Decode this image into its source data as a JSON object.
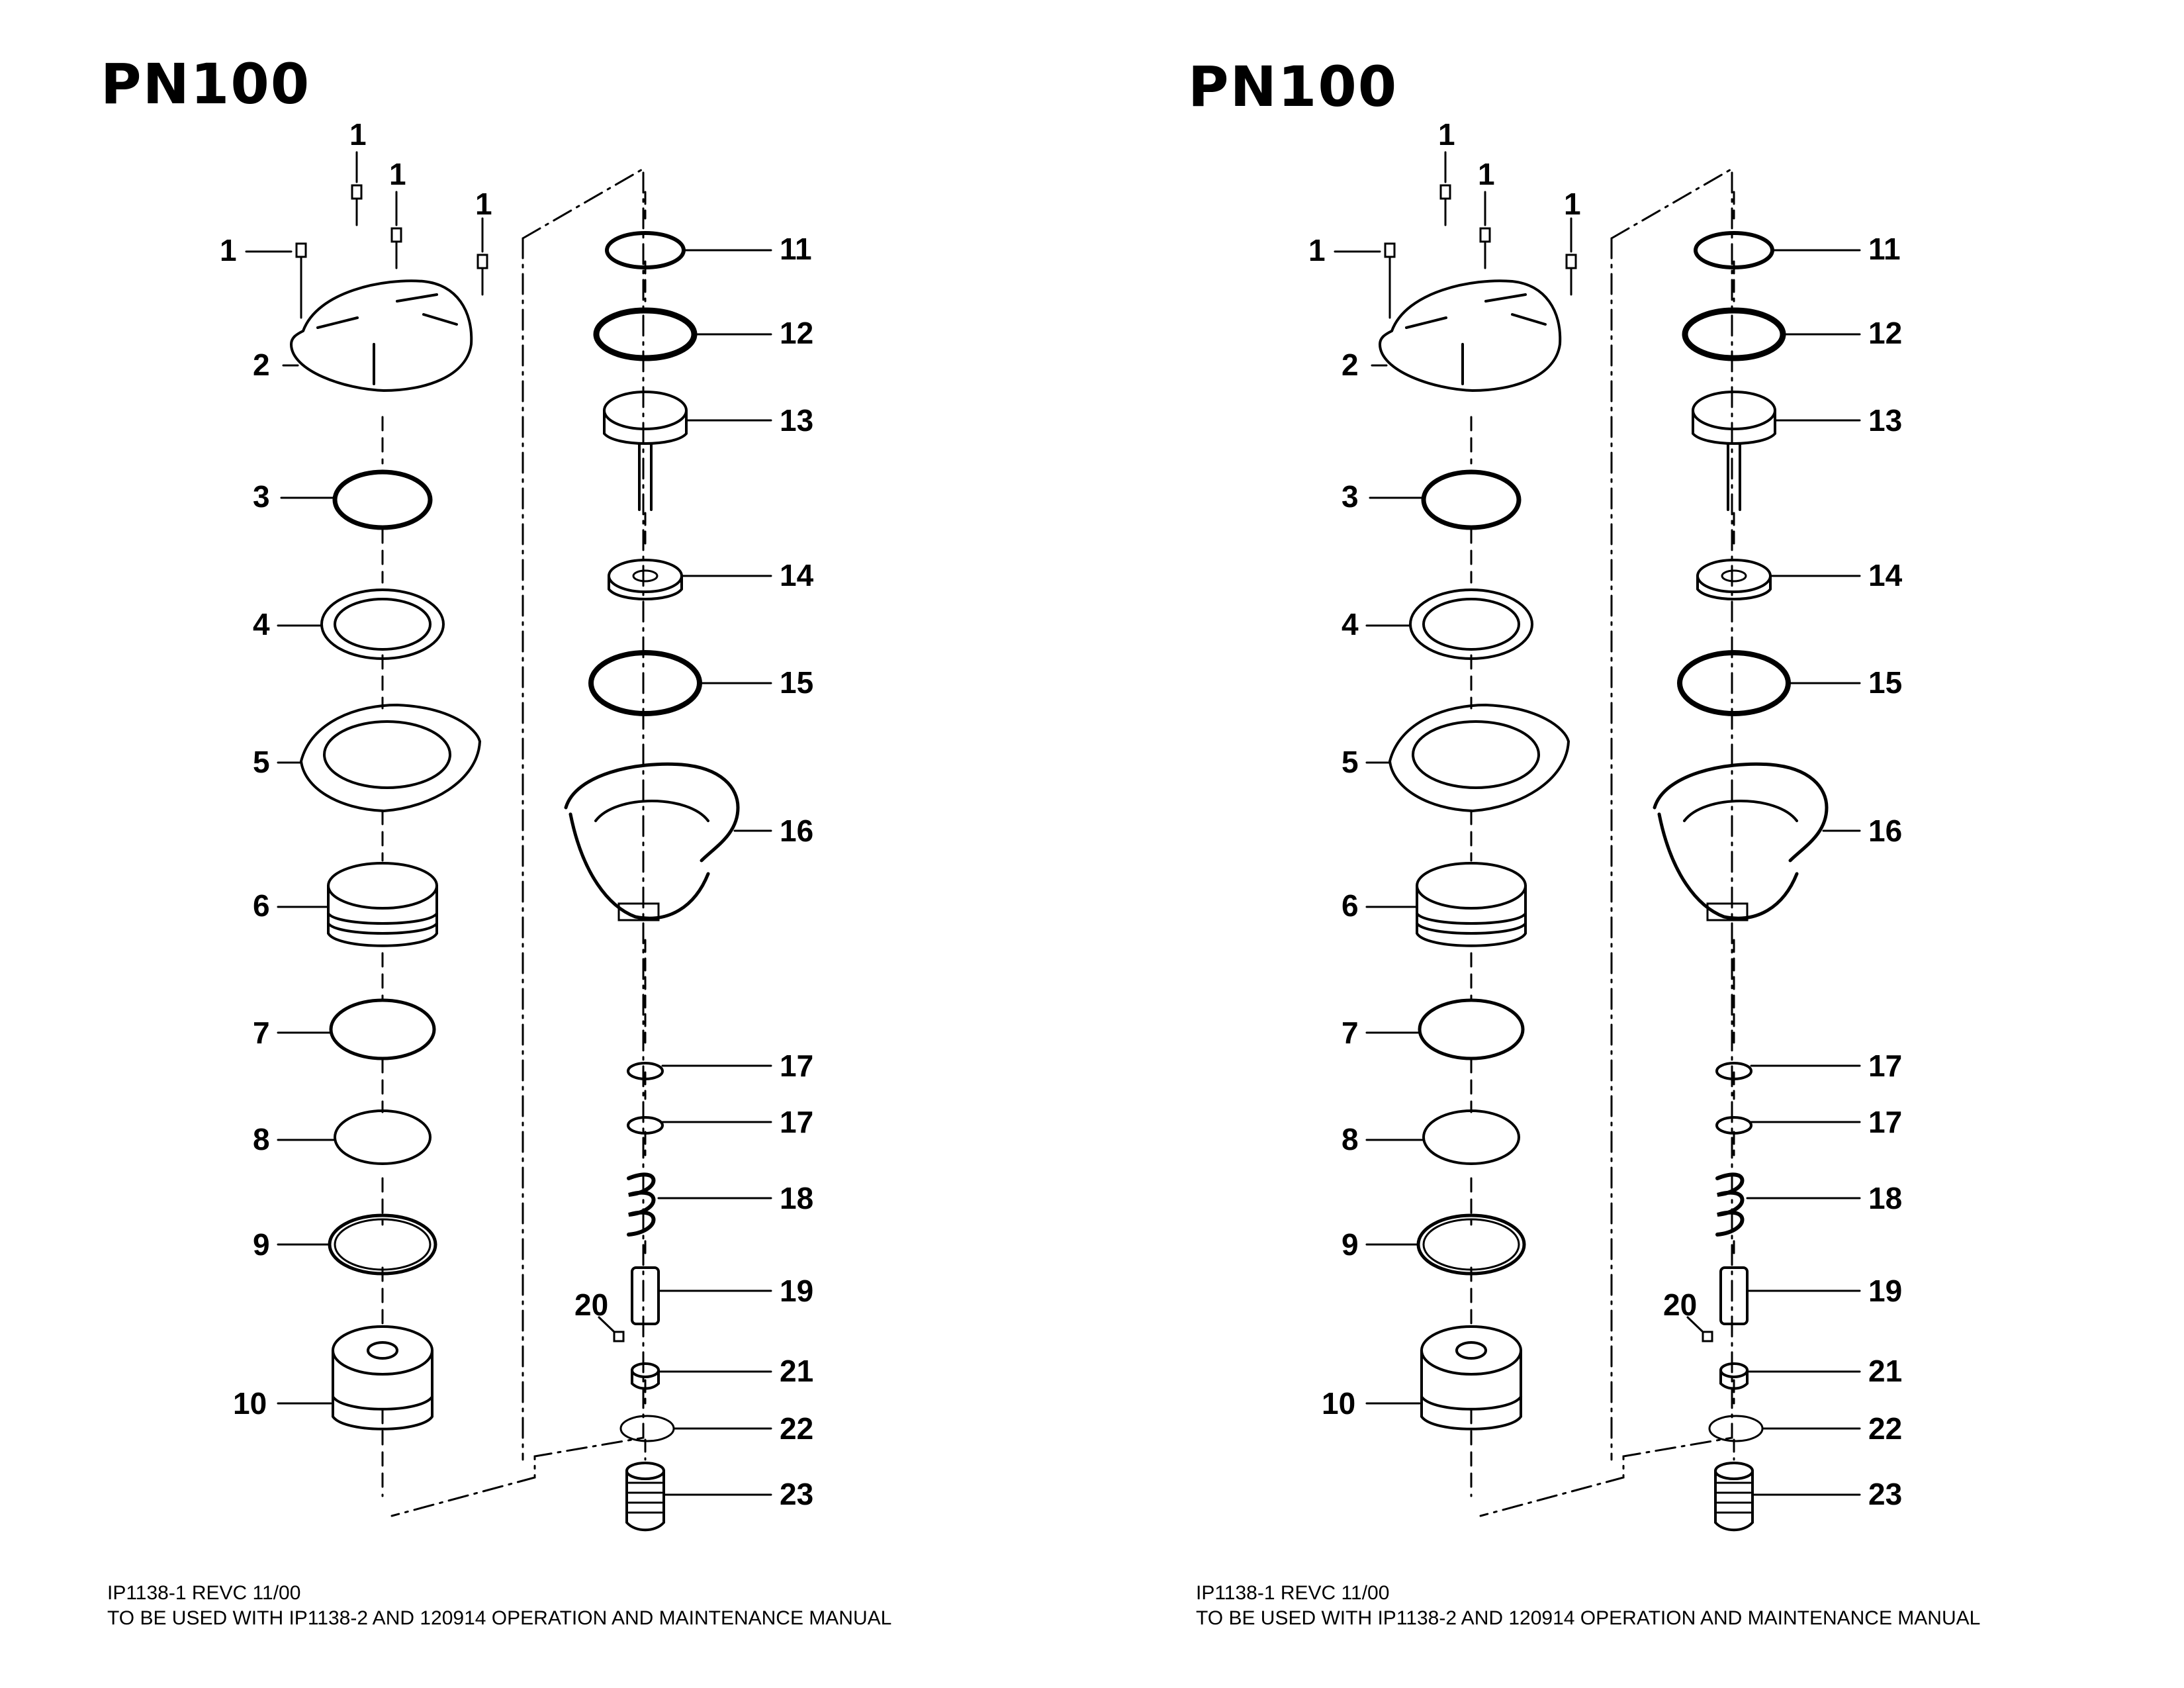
{
  "panels": [
    {
      "title": "PN100",
      "labels": {
        "l1a": "1",
        "l1b": "1",
        "l1c": "1",
        "l1d": "1",
        "l2": "2",
        "l3": "3",
        "l4": "4",
        "l5": "5",
        "l6": "6",
        "l7": "7",
        "l8": "8",
        "l9": "9",
        "l10": "10",
        "l11": "11",
        "l12": "12",
        "l13": "13",
        "l14": "14",
        "l15": "15",
        "l16": "16",
        "l17a": "17",
        "l17b": "17",
        "l18": "18",
        "l19": "19",
        "l20": "20",
        "l21": "21",
        "l22": "22",
        "l23": "23"
      },
      "footer": {
        "line1": "IP1138-1 REVC 11/00",
        "line2": "TO BE USED WITH IP1138-2 AND 120914 OPERATION AND MAINTENANCE MANUAL"
      }
    },
    {
      "title": "PN100",
      "labels": {
        "l1a": "1",
        "l1b": "1",
        "l1c": "1",
        "l1d": "1",
        "l2": "2",
        "l3": "3",
        "l4": "4",
        "l5": "5",
        "l6": "6",
        "l7": "7",
        "l8": "8",
        "l9": "9",
        "l10": "10",
        "l11": "11",
        "l12": "12",
        "l13": "13",
        "l14": "14",
        "l15": "15",
        "l16": "16",
        "l17a": "17",
        "l17b": "17",
        "l18": "18",
        "l19": "19",
        "l20": "20",
        "l21": "21",
        "l22": "22",
        "l23": "23"
      },
      "footer": {
        "line1": "IP1138-1 REVC 11/00",
        "line2": "TO BE USED WITH IP1138-2 AND 120914 OPERATION AND MAINTENANCE MANUAL"
      }
    }
  ]
}
